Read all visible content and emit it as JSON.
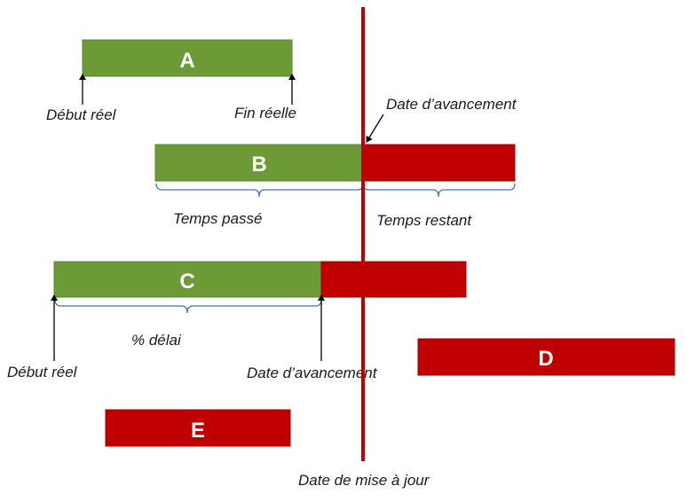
{
  "colors": {
    "done": "#6b9a37",
    "remaining": "#c00000",
    "status_line": "#c00000",
    "brace": "#4472c4",
    "text": "#1a1a1a"
  },
  "tasks": {
    "a": {
      "label": "A"
    },
    "b": {
      "label": "B"
    },
    "c": {
      "label": "C"
    },
    "d": {
      "label": "D"
    },
    "e": {
      "label": "E"
    }
  },
  "annotations": {
    "a_start": "Début réel",
    "a_end": "Fin réelle",
    "b_progress_date": "Date d’avancement",
    "b_elapsed": "Temps passé",
    "b_remaining": "Temps restant",
    "c_delay": "% délai",
    "c_start": "Début réel",
    "c_progress_date": "Date d’avancement",
    "status_date": "Date de mise à jour"
  }
}
